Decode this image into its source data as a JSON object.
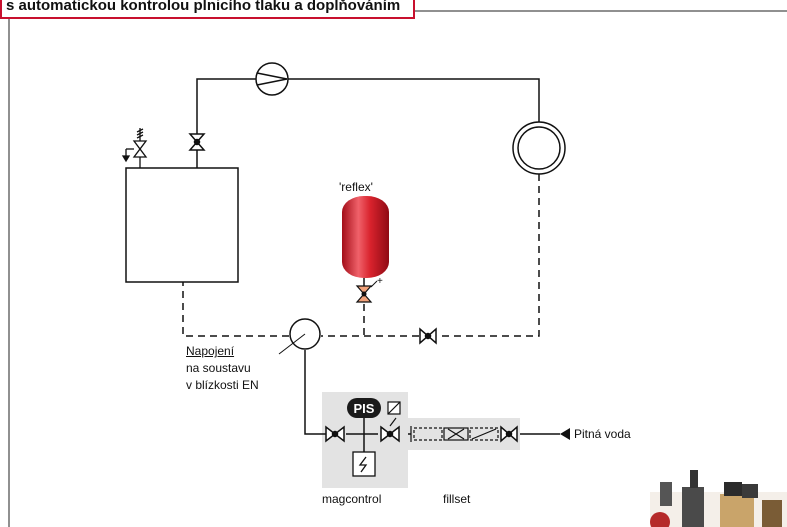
{
  "header": {
    "title": "s automatickou kontrolou plnicího tlaku a doplňováním",
    "accent_color": "#c8102e"
  },
  "diagram": {
    "vessel_label": "'reflex'",
    "connection_label": {
      "line1": "Napojení",
      "line2": "na  soustavu",
      "line3": "v  blízkosti  EN"
    },
    "pis_label": "PIS",
    "water_label": "Pitná  voda",
    "magcontrol_label": "magcontrol",
    "fillset_label": "fillset",
    "vessel_color": "#d9232d",
    "unit_background": "#e3e3e3"
  },
  "icons": [
    "pump-icon",
    "heater-icon",
    "radiator-icon",
    "valve-icon",
    "safety-valve-icon",
    "pressure-sensor-icon",
    "expansion-vessel-icon"
  ]
}
